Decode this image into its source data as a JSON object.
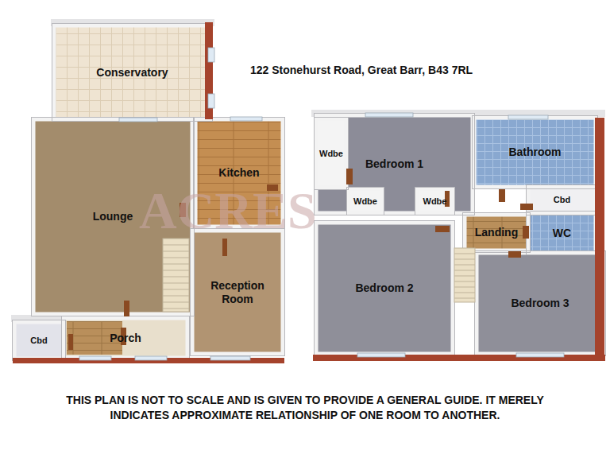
{
  "diagram": {
    "title": "122 Stonehurst Road, Great Barr, B43 7RL",
    "caption": "THIS PLAN IS NOT TO SCALE AND IS GIVEN TO PROVIDE A GENERAL GUIDE. IT MERELY INDICATES APPROXIMATE RELATIONSHIP OF ONE ROOM TO ANOTHER.",
    "nodes": [
      {
        "text": [
          "Conservatory"
        ]
      },
      {
        "text": [
          "Kitchen"
        ]
      },
      {
        "text": [
          "Lounge"
        ]
      },
      {
        "text": [
          "Reception Room"
        ]
      },
      {
        "text": [
          "Cbd"
        ]
      },
      {
        "text": [
          "Porch"
        ]
      },
      {
        "text": [
          "Bedroom 1"
        ]
      },
      {
        "text": [
          "Wdbe"
        ],
        "in": 6
      },
      {
        "text": [
          "Wdbe"
        ],
        "in": 6
      },
      {
        "text": [
          "Wdbe"
        ],
        "in": 6
      },
      {
        "text": [
          "Bathroom"
        ]
      },
      {
        "text": [
          "Cbd"
        ]
      },
      {
        "text": [
          "Landing"
        ]
      },
      {
        "text": [
          "WC"
        ]
      },
      {
        "text": [
          "Bedroom 2"
        ]
      },
      {
        "text": [
          "Bedroom 3"
        ]
      }
    ],
    "labels": [
      "ACRES"
    ]
  }
}
